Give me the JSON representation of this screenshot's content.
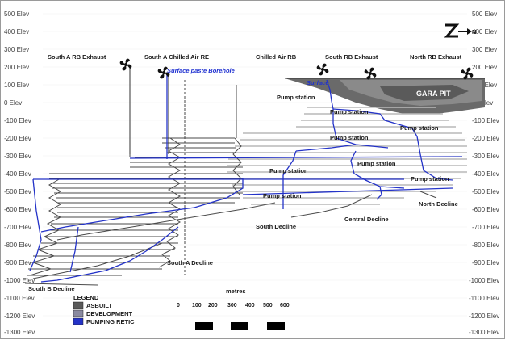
{
  "elevation_labels": [
    "500 Elev",
    "400 Elev",
    "300 Elev",
    "200 Elev",
    "100 Elev",
    "0 Elev",
    "-100 Elev",
    "-200 Elev",
    "-300 Elev",
    "-400 Elev",
    "-500 Elev",
    "-600 Elev",
    "-700 Elev",
    "-800 Elev",
    "-900 Elev",
    "-1000 Elev",
    "-1100 Elev",
    "-1200 Elev",
    "-1300 Elev"
  ],
  "ventilation": [
    {
      "label": "South A RB Exhaust"
    },
    {
      "label": "South A Chilled Air RE"
    },
    {
      "label": "Chilled Air RB"
    },
    {
      "label": "South RB Exhaust"
    },
    {
      "label": "North RB Exhaust"
    }
  ],
  "surface_paste_borehole": "Surface paste Borehole",
  "surface_label": "Surface",
  "pit_label": "GARA PIT",
  "north_label": "N",
  "pump_stations": [
    "Pump station",
    "Pump station",
    "Pump station",
    "Pump station",
    "Pump station",
    "Pump station",
    "Pump station"
  ],
  "declines": [
    "South Decline",
    "Central Decline",
    "North Decline",
    "South A Decline",
    "South B Decline"
  ],
  "legend": {
    "title": "LEGEND",
    "items": [
      {
        "label": "ASBUILT",
        "color": "#5a5a5a"
      },
      {
        "label": "DEVELOPMENT",
        "color": "#8a8aa0"
      },
      {
        "label": "PUMPING RETIC",
        "color": "#2433c8"
      }
    ]
  },
  "scale": {
    "title": "metres",
    "ticks": [
      "0",
      "100",
      "200",
      "300",
      "400",
      "500",
      "600"
    ]
  },
  "colors": {
    "asbuilt": "#5a5a5a",
    "development": "#b9b9b9",
    "pumping_retic": "#2433c8"
  }
}
